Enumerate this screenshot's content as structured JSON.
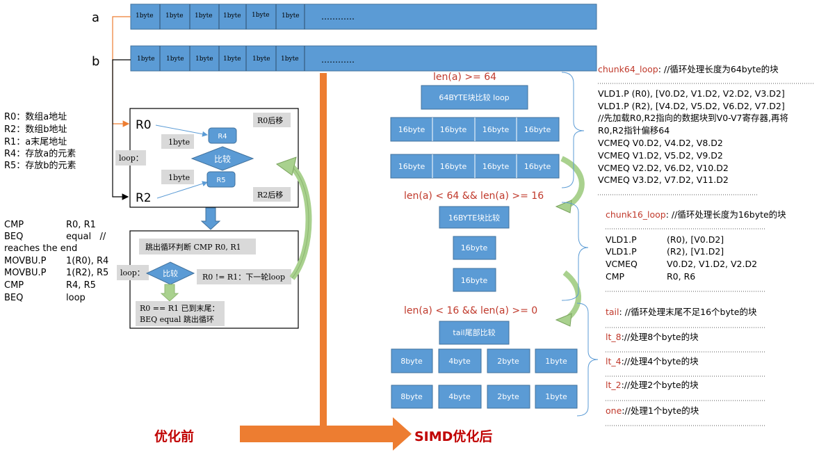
{
  "memory": {
    "a_label": "a",
    "b_label": "b",
    "a_cells": [
      "1byte",
      "1byte",
      "1byte",
      "1byte",
      "1byte",
      "1byte"
    ],
    "b_cells": [
      "1byte",
      "1byte",
      "1byte",
      "1byte",
      "1byte",
      "1byte"
    ],
    "ellipsis": "…………"
  },
  "legend": [
    "R0：数组a地址",
    "R2：数组b地址",
    "R1：a末尾地址",
    "R4：存放a的元素",
    "R5：存放b的元素"
  ],
  "asm_before": [
    {
      "op": "CMP",
      "args": "R0, R1"
    },
    {
      "op": "BEQ",
      "args": "equal   //"
    },
    {
      "op": "reaches the end",
      "args": ""
    },
    {
      "op": "MOVBU.P",
      "args": "1(R0), R4"
    },
    {
      "op": "MOVBU.P",
      "args": "1(R2), R5"
    },
    {
      "op": "CMP",
      "args": "R4, R5"
    },
    {
      "op": "BEQ",
      "args": "loop"
    }
  ],
  "flow_before": {
    "r0": "R0",
    "r2": "R2",
    "r0_shift": "R0后移",
    "r2_shift": "R2后移",
    "byte_top": "1byte",
    "byte_bottom": "1byte",
    "r4": "R4",
    "r5": "R5",
    "compare": "比较",
    "loop": "loop：",
    "exit_check": "跳出循环判断 CMP R0, R1",
    "exit_loop": "loop：",
    "exit_compare": "比较",
    "not_equal": "R0 != R1：下一轮loop",
    "equal_line1": "R0 == R1 已到末尾：",
    "equal_line2": "BEQ equal 跳出循环"
  },
  "simd": {
    "cond64": "len(a) >= 64",
    "block64": "64BYTE块比较 loop",
    "row64": [
      "16byte",
      "16byte",
      "16byte",
      "16byte"
    ],
    "cond16": "len(a) < 64 && len(a) >= 16",
    "block16": "16BYTE块比较",
    "row16": "16byte",
    "cond_tail": "len(a) < 16 && len(a) >= 0",
    "block_tail": "tail尾部比较",
    "row_tail": [
      "8byte",
      "4byte",
      "2byte",
      "1byte"
    ]
  },
  "code64": {
    "title_name": "chunk64_loop",
    "title_rest": ": //循环处理长度为64byte的块",
    "lines": [
      "VLD1.P (R0), [V0.D2, V1.D2, V2.D2, V3.D2]",
      "VLD1.P (R2), [V4.D2, V5.D2, V6.D2, V7.D2]",
      "//先加载R0,R2指向的数据块到V0-V7寄存器,再将",
      "R0,R2指针偏移64",
      "VCMEQ  V0.D2, V4.D2, V8.D2",
      "VCMEQ  V1.D2, V5.D2, V9.D2",
      "VCMEQ  V2.D2, V6.D2, V10.D2",
      "VCMEQ  V3.D2, V7.D2, V11.D2"
    ]
  },
  "code16": {
    "title_name": "chunk16_loop",
    "title_rest": ": //循环处理长度为16byte的块",
    "lines": [
      {
        "op": "VLD1.P",
        "args": "(R0), [V0.D2]"
      },
      {
        "op": "VLD1.P",
        "args": "(R2), [V1.D2]"
      },
      {
        "op": "VCMEQ",
        "args": "V0.D2, V1.D2, V2.D2"
      },
      {
        "op": "CMP",
        "args": "R0, R6"
      }
    ]
  },
  "tail_code": [
    {
      "name": "tail",
      "rest": ": //循环处理末尾不足16个byte的块"
    },
    {
      "name": "lt_8",
      "rest": "://处理8个byte的块"
    },
    {
      "name": "lt_4",
      "rest": "://处理4个byte的块"
    },
    {
      "name": "lt_2",
      "rest": "://处理2个byte的块"
    },
    {
      "name": "one",
      "rest": "://处理1个byte的块"
    }
  ],
  "footer": {
    "before": "优化前",
    "after": "SIMD优化后"
  },
  "colors": {
    "block_fill": "#5b9bd5",
    "block_stroke": "#41719c",
    "orange": "#ed7d31",
    "green": "#a9d18e",
    "gray_box": "#d9d9d9",
    "red": "#c0392b"
  }
}
